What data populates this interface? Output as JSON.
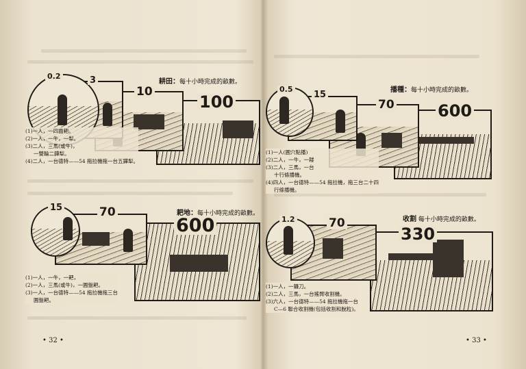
{
  "left_page": {
    "page_number": "• 32 •",
    "plowing": {
      "title": "耕田：",
      "subtitle": "每十小時完成的畝數。",
      "values": [
        "0.2",
        "3",
        "10",
        "100"
      ],
      "captions": [
        "(1)一人，一四齒耙。",
        "(2)一人，一牛，一犁。",
        "(3)二人，三馬(或牛)，",
        "一雙輪二鏵犁。",
        "(4)二人，一台德特——54 拖拉機拖一台五鏵犁。"
      ]
    },
    "harrowing": {
      "title": "耙地：",
      "subtitle": "每十小時完成的畝數。",
      "values": [
        "15",
        "70",
        "600"
      ],
      "captions": [
        "(1)一人，一牛，一耙，",
        "(2)一人，三馬(或牛)，一圓盤耙。",
        "(3)一人，一台德特——54 拖拉機拖三台",
        "圓盤耙。"
      ]
    }
  },
  "right_page": {
    "page_number": "• 33 •",
    "sowing": {
      "title": "播種：",
      "subtitle": "每十小時完成的畝數。",
      "values": [
        "0.5",
        "15",
        "70",
        "600"
      ],
      "captions": [
        "(1)一人(圓穴點播)",
        "(2)二人，一牛，一耧",
        "(3)二人，三馬，一台",
        "十行條播機。",
        "(4)四人，一台德特——54 拖拉機，拖三台二十四",
        "行條播機。"
      ]
    },
    "harvesting": {
      "title": "收割",
      "subtitle": "每十小時完成的畝數。",
      "values": [
        "1.2",
        "70",
        "330"
      ],
      "captions": [
        "(1)一人，一鐮刀。",
        "(2)二人，三馬，一台搖臂收割機。",
        "(3)六人，一台德特——54 拖拉機拖一台",
        "C—6 聯合收割機(包括收割和脫粒)。"
      ]
    }
  }
}
